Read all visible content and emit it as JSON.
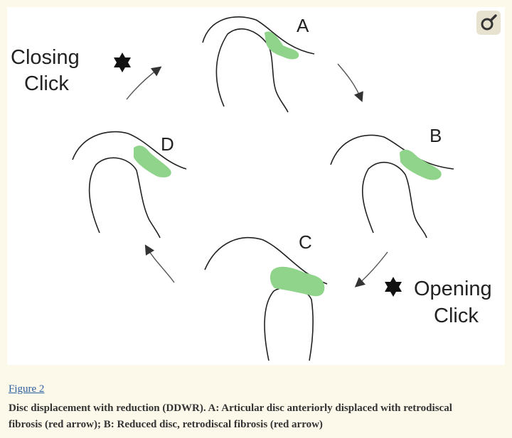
{
  "diagram": {
    "stages": [
      {
        "id": "A",
        "label": "A"
      },
      {
        "id": "B",
        "label": "B"
      },
      {
        "id": "C",
        "label": "C"
      },
      {
        "id": "D",
        "label": "D"
      }
    ],
    "closing_click": {
      "line1": "Closing",
      "line2": "Click"
    },
    "opening_click": {
      "line1": "Opening",
      "line2": "Click"
    },
    "colors": {
      "disc": "#8fd48a",
      "outline": "#222222",
      "badge_bg": "#e7e2cf"
    }
  },
  "zoom_icon": "zoom-magnifier-icon",
  "caption": {
    "link": "Figure 2",
    "line1": "Disc displacement with reduction (DDWR). A: Articular disc anteriorly displaced with retrodiscal",
    "line2": "fibrosis (red arrow); B: Reduced disc, retrodiscal fibrosis (red arrow)"
  }
}
